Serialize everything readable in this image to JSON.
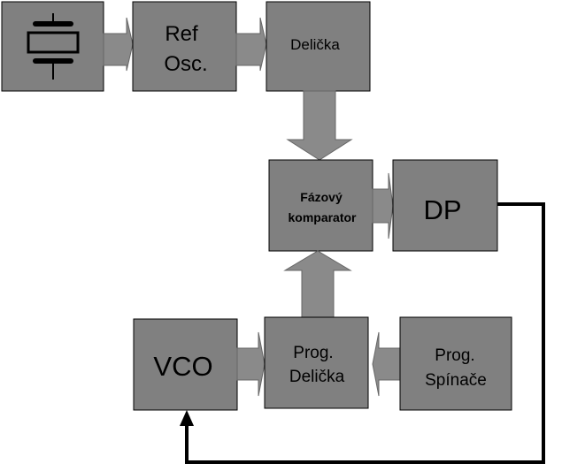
{
  "colors": {
    "block_fill": "#808080",
    "block_stroke": "#000000",
    "arrow_fill": "#8a8a8a",
    "arrow_stroke": "#666666",
    "line": "#000000",
    "background": "#ffffff"
  },
  "blocks": {
    "crystal": {
      "icon": "crystal-oscillator-icon"
    },
    "ref_osc": {
      "line1": "Ref",
      "line2": "Osc."
    },
    "divider": {
      "label": "Delička"
    },
    "phase_comparator": {
      "line1": "Fázový",
      "line2": "komparator"
    },
    "dp": {
      "label": "DP"
    },
    "vco": {
      "label": "VCO"
    },
    "prog_divider": {
      "line1": "Prog.",
      "line2": "Delička"
    },
    "prog_switches": {
      "line1": "Prog.",
      "line2": "Spínače"
    }
  }
}
